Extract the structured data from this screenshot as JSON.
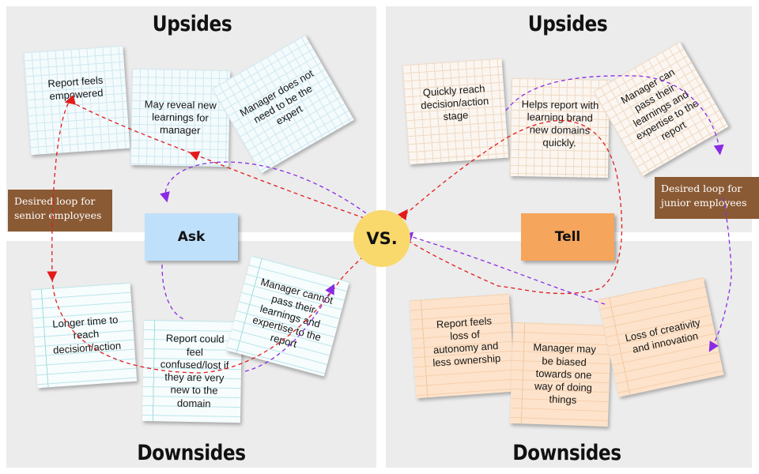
{
  "headings": {
    "left_top": "Upsides",
    "right_top": "Upsides",
    "left_bottom": "Downsides",
    "right_bottom": "Downsides"
  },
  "center": {
    "vs": "VS.",
    "ask": "Ask",
    "tell": "Tell"
  },
  "loops": {
    "senior": "Desired loop for senior employees",
    "junior": "Desired loop for junior employees"
  },
  "notes": {
    "ask_up_1": "Report feels empowered",
    "ask_up_2": "May reveal new learnings for manager",
    "ask_up_3": "Manager does not need to be the expert",
    "ask_down_1": "Longer time to reach decision/action",
    "ask_down_2": "Report could feel confused/lost if they are very new to the domain",
    "ask_down_3": "Manager cannot pass their learnings and expertise to the report",
    "tell_up_1": "Quickly reach decision/action stage",
    "tell_up_2": "Helps report with learning brand new domains quickly.",
    "tell_up_3": "Manager can pass their learnings and expertise to the report",
    "tell_down_1": "Report feels loss of autonomy and less ownership",
    "tell_down_2": "Manager may be biased towards one way of doing things",
    "tell_down_3": "Loss of creativity and innovation"
  },
  "colors": {
    "panel": "#ececec",
    "ask": "#bfe0fb",
    "tell": "#f6a55c",
    "vs": "#f9d86c",
    "tag": "#8a5a34",
    "red_arrow": "#e31b1b",
    "purple_arrow": "#8a2be2"
  }
}
